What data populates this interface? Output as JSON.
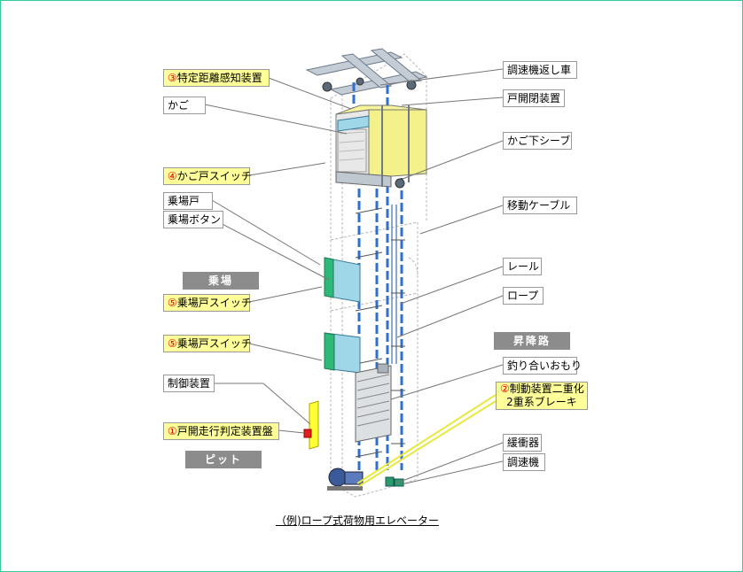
{
  "caption": "（例)ロープ式荷物用エレベーター",
  "zones": {
    "landing": "乗場",
    "hoistway": "昇降路",
    "pit": "ピット"
  },
  "left_labels": {
    "specific_distance_sensor": {
      "num": "③",
      "text": "特定距離感知装置"
    },
    "car": "かご",
    "car_door_switch": {
      "num": "④",
      "text": "かご戸スイッチ"
    },
    "landing_door": "乗場戸",
    "landing_button": "乗場ボタン",
    "landing_door_switch_1": {
      "num": "⑤",
      "text": "乗場戸スイッチ"
    },
    "landing_door_switch_2": {
      "num": "⑤",
      "text": "乗場戸スイッチ"
    },
    "control_device": "制御装置",
    "door_travel_panel": {
      "num": "①",
      "text": "戸開走行判定装置盤"
    }
  },
  "right_labels": {
    "governor_return_sheave": "調速機返し車",
    "door_operator": "戸開閉装置",
    "car_bottom_sheave": "かご下シーブ",
    "traveling_cable": "移動ケーブル",
    "rail": "レール",
    "rope": "ロープ",
    "counterweight": "釣り合いおもり",
    "dual_brake": {
      "num": "②",
      "line1": "制動装置二重化",
      "line2": "2重系ブレーキ"
    },
    "buffer": "緩衝器",
    "governor": "調速機"
  }
}
